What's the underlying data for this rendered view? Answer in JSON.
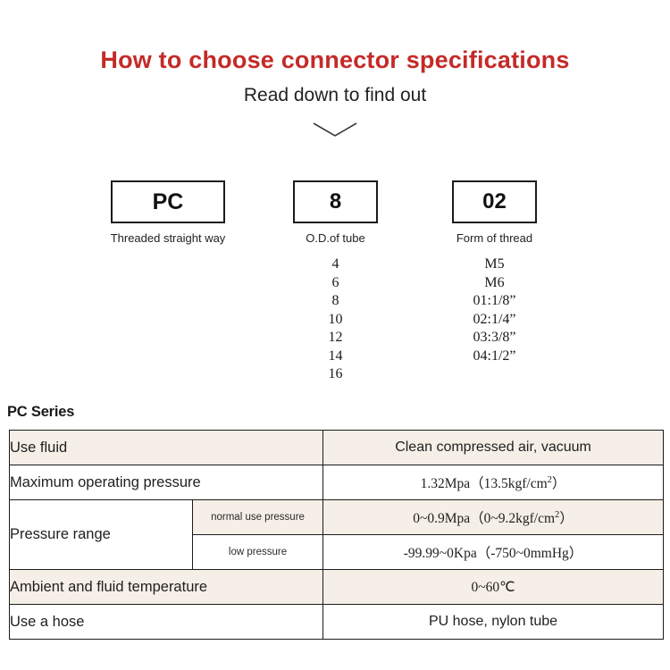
{
  "header": {
    "title": "How to choose connector specifications",
    "subtitle": "Read down to find out",
    "arrow_icon": "chevron-down-icon",
    "title_color": "#c32b28"
  },
  "code_boxes": [
    {
      "value": "PC",
      "caption": "Threaded straight way"
    },
    {
      "value": "8",
      "caption": "O.D.of tube"
    },
    {
      "value": "02",
      "caption": "Form of thread"
    }
  ],
  "option_lists": {
    "tube_od": [
      "4",
      "6",
      "8",
      "10",
      "12",
      "14",
      "16"
    ],
    "thread_form": [
      "M5",
      "M6",
      "01:1/8”",
      "02:1/4”",
      "03:3/8”",
      "04:1/2”"
    ]
  },
  "series_label": "PC Series",
  "spec_table": {
    "colors": {
      "beige": "#f5efe7",
      "white": "#ffffff",
      "border": "#1b1b1b"
    },
    "rows": [
      {
        "label": "Use fluid",
        "sub": null,
        "value": "Clean compressed air, vacuum",
        "shade": "beige"
      },
      {
        "label": "Maximum operating pressure",
        "sub": null,
        "value": "1.32Mpa（13.5kgf/cm²）",
        "shade": "white"
      },
      {
        "label": "Pressure range",
        "sub": "normal use pressure",
        "value": "0~0.9Mpa（0~9.2kgf/cm²）",
        "shade": "beige"
      },
      {
        "label": "",
        "sub": "low pressure",
        "value": "-99.99~0Kpa（-750~0mmHg）",
        "shade": "white"
      },
      {
        "label": "Ambient and fluid temperature",
        "sub": null,
        "value": "0~60℃",
        "shade": "beige"
      },
      {
        "label": "Use a hose",
        "sub": null,
        "value": "PU hose, nylon tube",
        "shade": "white"
      }
    ]
  }
}
